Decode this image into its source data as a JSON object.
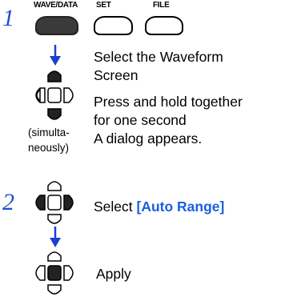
{
  "step1": {
    "number": "1",
    "keys": [
      {
        "label": "WAVE/DATA",
        "state": "pressed"
      },
      {
        "label": "SET",
        "state": "normal"
      },
      {
        "label": "FILE",
        "state": "normal"
      }
    ],
    "line1": "Select the Waveform",
    "line2": "Screen",
    "line3": "Press and hold together",
    "line4": "for one second",
    "line5": "A dialog appears.",
    "note1": "(simulta-",
    "note2": "neously)"
  },
  "step2": {
    "number": "2",
    "select_prefix": "Select ",
    "select_target": "[Auto Range]",
    "apply": "Apply"
  },
  "colors": {
    "step_number": "#1a4fd6",
    "arrow": "#1a3fd0",
    "highlight": "#1a5fe0",
    "pressed_key": "#3a3a3a"
  }
}
